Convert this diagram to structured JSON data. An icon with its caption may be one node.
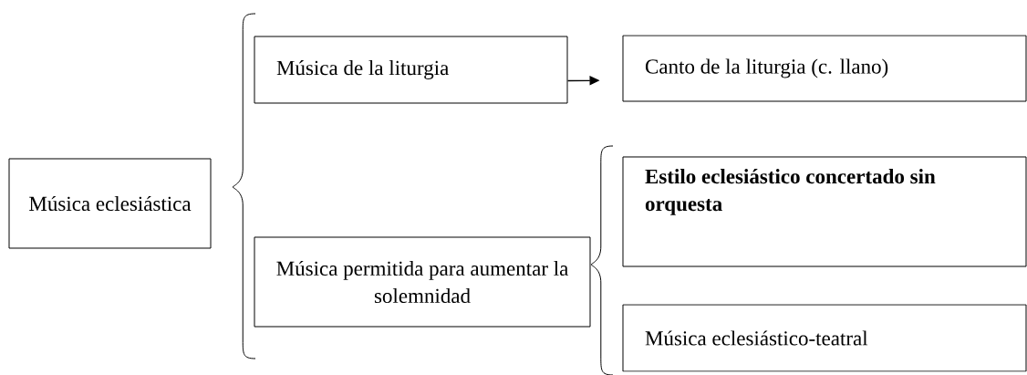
{
  "diagram": {
    "nodes": [
      {
        "text": [
          "Música eclesiástica"
        ]
      },
      {
        "text": [
          "Música de la liturgia"
        ]
      },
      {
        "text": [
          "Canto de la liturgia (c. llano)"
        ]
      },
      {
        "text": [
          "Música permitida para aumentar la solemnidad"
        ]
      },
      {
        "text": [
          "Estilo eclesiástico concertado sin orquesta"
        ]
      },
      {
        "text": [
          "Música eclesiástico-teatral"
        ]
      }
    ],
    "edges": [
      {
        "from": 1,
        "to": 2,
        "arrow": "to"
      }
    ]
  }
}
